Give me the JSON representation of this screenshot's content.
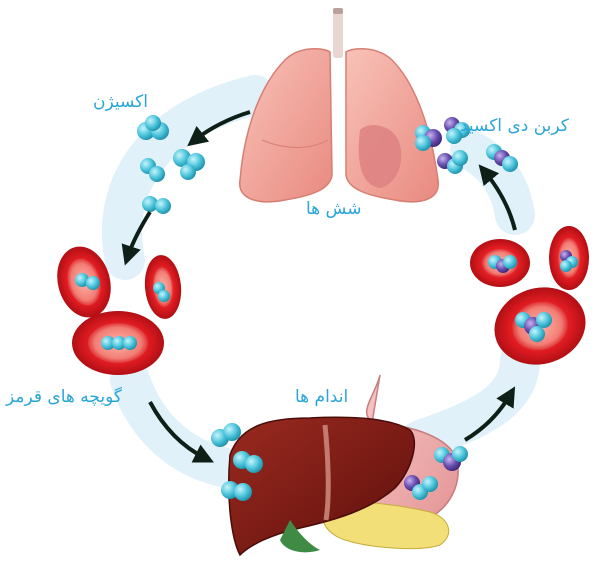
{
  "labels": {
    "oxygen": "اکسیژن",
    "carbon_dioxide": "کربن دی اکسید",
    "lungs": "شش ها",
    "red_blood_cells": "گویچه های قرمز",
    "organs": "اندام ها"
  },
  "colors": {
    "label_text": "#2aa6d6",
    "oxygen_molecule": "#4fc6dd",
    "carbon_atom": "#6a4fb0",
    "red_blood_cell": "#d8161e",
    "lung": "#f2a9a0",
    "liver": "#7d1a14",
    "stomach": "#f2b3b3",
    "pancreas": "#f3e07a",
    "arrow": "#0d1f17"
  }
}
